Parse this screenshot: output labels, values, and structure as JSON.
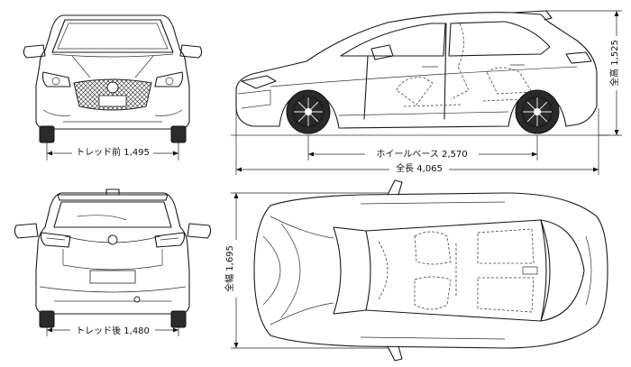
{
  "dimensions": {
    "front_tread": "トレッド前 1,495",
    "rear_tread": "トレッド後 1,480",
    "wheelbase": "ホイールベース 2,570",
    "overall_length": "全長 4,065",
    "overall_height": "全高 1,525",
    "overall_width": "全幅 1,695"
  },
  "colors": {
    "line": "#1a1a1a",
    "background": "#ffffff"
  }
}
